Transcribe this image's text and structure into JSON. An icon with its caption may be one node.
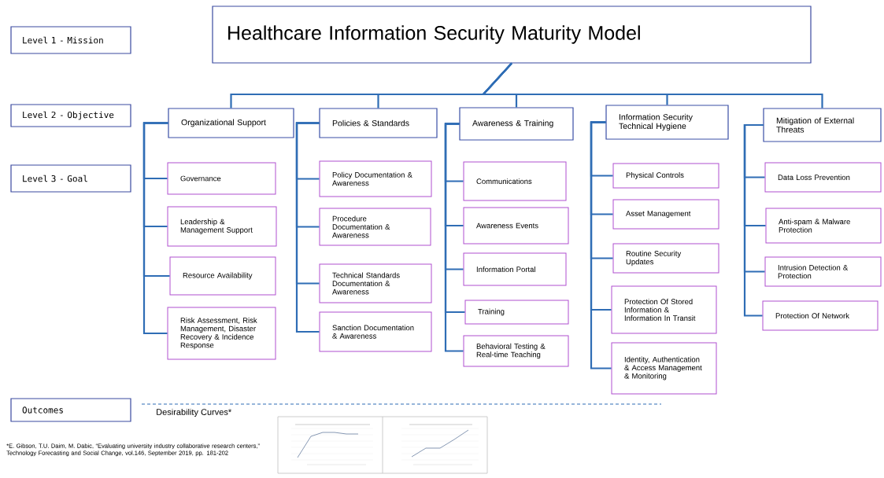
{
  "diagram": {
    "nodes": [
      {
        "text": [
          "Level 1 - Mission"
        ]
      },
      {
        "text": [
          "Level 2 - Objective"
        ]
      },
      {
        "text": [
          "Level 3 - Goal"
        ]
      },
      {
        "text": [
          "Outcomes"
        ]
      },
      {
        "text": [
          "Healthcare Information Security Maturity Model"
        ]
      },
      {
        "text": [
          "Organizational Support"
        ]
      },
      {
        "text": [
          "Policies & Standards"
        ]
      },
      {
        "text": [
          "Awareness & Training"
        ]
      },
      {
        "text": [
          "Information Security Technical Hygiene"
        ]
      },
      {
        "text": [
          "Mitigation of External Threats"
        ]
      },
      {
        "text": [
          "Governance"
        ]
      },
      {
        "text": [
          "Leadership & Management Support"
        ]
      },
      {
        "text": [
          "Resource Availability"
        ]
      },
      {
        "text": [
          "Risk Assessment, Risk Management, Disaster Recovery & Incidence Response"
        ]
      },
      {
        "text": [
          "Policy Documentation & Awareness"
        ]
      },
      {
        "text": [
          "Procedure Documentation & Awareness"
        ]
      },
      {
        "text": [
          "Technical Standards Documentation & Awareness"
        ]
      },
      {
        "text": [
          "Sanction Documentation & Awareness"
        ]
      },
      {
        "text": [
          "Communications"
        ]
      },
      {
        "text": [
          "Awareness Events"
        ]
      },
      {
        "text": [
          "Information Portal"
        ]
      },
      {
        "text": [
          "Training"
        ]
      },
      {
        "text": [
          "Behavioral Testing & Real-time Teaching"
        ]
      },
      {
        "text": [
          "Physical Controls"
        ]
      },
      {
        "text": [
          "Asset Management"
        ]
      },
      {
        "text": [
          "Routine Security Updates"
        ]
      },
      {
        "text": [
          "Protection Of Stored Information & Information In Transit"
        ]
      },
      {
        "text": [
          "Identity, Authentication & Access Management & Monitoring"
        ]
      },
      {
        "text": [
          "Data Loss Prevention"
        ]
      },
      {
        "text": [
          "Anti-spam & Malware Protection"
        ]
      },
      {
        "text": [
          "Intrusion Detection & Protection"
        ]
      },
      {
        "text": [
          "Protection Of Network"
        ]
      }
    ],
    "edges": [
      {
        "from": 4,
        "to": 5,
        "arrow": "none"
      },
      {
        "from": 4,
        "to": 6,
        "arrow": "none"
      },
      {
        "from": 4,
        "to": 7,
        "arrow": "none"
      },
      {
        "from": 4,
        "to": 8,
        "arrow": "none"
      },
      {
        "from": 4,
        "to": 9,
        "arrow": "none"
      },
      {
        "from": 5,
        "to": 10,
        "arrow": "none"
      },
      {
        "from": 5,
        "to": 11,
        "arrow": "none"
      },
      {
        "from": 5,
        "to": 12,
        "arrow": "none"
      },
      {
        "from": 5,
        "to": 13,
        "arrow": "none"
      },
      {
        "from": 6,
        "to": 14,
        "arrow": "none"
      },
      {
        "from": 6,
        "to": 15,
        "arrow": "none"
      },
      {
        "from": 6,
        "to": 16,
        "arrow": "none"
      },
      {
        "from": 6,
        "to": 17,
        "arrow": "none"
      },
      {
        "from": 7,
        "to": 18,
        "arrow": "none"
      },
      {
        "from": 7,
        "to": 19,
        "arrow": "none"
      },
      {
        "from": 7,
        "to": 20,
        "arrow": "none"
      },
      {
        "from": 7,
        "to": 21,
        "arrow": "none"
      },
      {
        "from": 7,
        "to": 22,
        "arrow": "none"
      },
      {
        "from": 8,
        "to": 23,
        "arrow": "none"
      },
      {
        "from": 8,
        "to": 24,
        "arrow": "none"
      },
      {
        "from": 8,
        "to": 25,
        "arrow": "none"
      },
      {
        "from": 8,
        "to": 26,
        "arrow": "none"
      },
      {
        "from": 8,
        "to": 27,
        "arrow": "none"
      },
      {
        "from": 9,
        "to": 28,
        "arrow": "none"
      },
      {
        "from": 9,
        "to": 29,
        "arrow": "none"
      },
      {
        "from": 9,
        "to": 30,
        "arrow": "none"
      },
      {
        "from": 9,
        "to": 31,
        "arrow": "none"
      }
    ],
    "labels": [
      "Desirability Curves*",
      "*E. Gibson, T.U. Daim, M. Dabic, “Evaluating university industry collaborative research centers,” Technology Forecasting and Social Change, vol.146, September 2019, pp. 181-202"
    ]
  }
}
